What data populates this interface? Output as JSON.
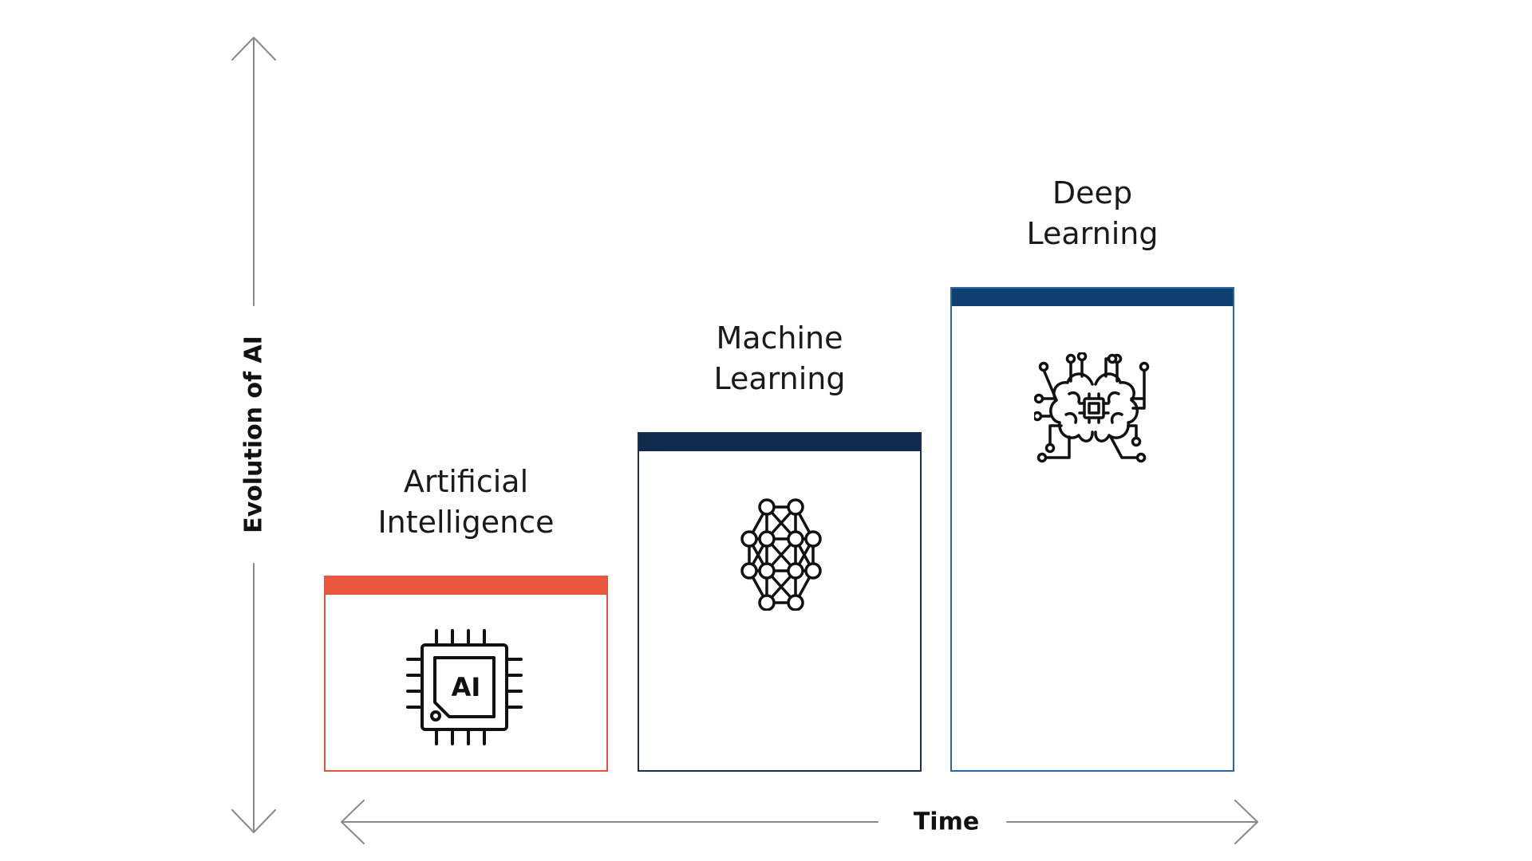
{
  "axes": {
    "y_label": "Evolution of AI",
    "x_label": "Time",
    "line_color": "#8a8a8a"
  },
  "steps": [
    {
      "title_line1": "Artificial",
      "title_line2": "Intelligence",
      "bar_color": "#e8563d",
      "border_color": "#e8563d",
      "icon": "ai-chip-icon",
      "icon_text": "AI"
    },
    {
      "title_line1": "Machine",
      "title_line2": "Learning",
      "bar_color": "#0f2a4d",
      "border_color": "#1b2f55",
      "icon": "neural-network-icon"
    },
    {
      "title_line1": "Deep",
      "title_line2": "Learning",
      "bar_color": "#0f3f70",
      "border_color": "#2f66a8",
      "icon": "brain-circuit-icon"
    }
  ]
}
